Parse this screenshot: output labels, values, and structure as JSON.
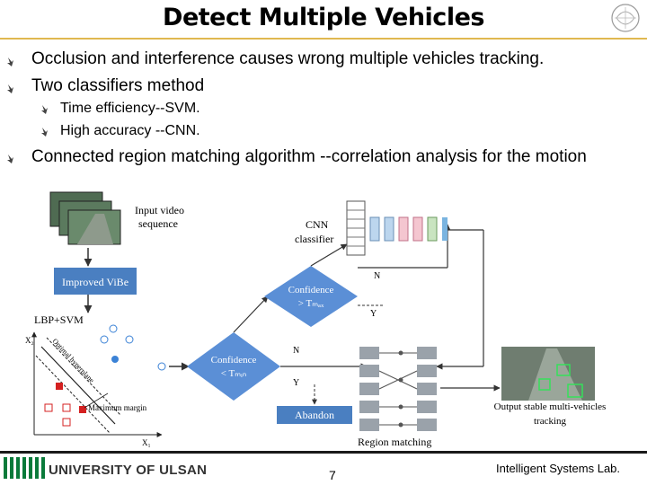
{
  "slide": {
    "title": "Detect Multiple Vehicles",
    "bullets": [
      "Occlusion and interference causes wrong multiple vehicles tracking.",
      "Two classifiers method",
      "Time efficiency--SVM.",
      "High accuracy --CNN.",
      "Connected region matching algorithm --correlation analysis for the motion"
    ]
  },
  "diagram": {
    "input_video": [
      "Input video",
      "sequence"
    ],
    "improved_vibe": "Improved ViBe",
    "lbp_svm": "LBP+SVM",
    "x2": "X₂",
    "x1": "X₁",
    "optimal_hyperplane": "Optimal hyperplane",
    "maximum_margin": "Maximum margin",
    "cnn_classifier": [
      "CNN",
      "classifier"
    ],
    "confidence_max": [
      "Confidence",
      "> Tₘₐₓ"
    ],
    "confidence_min": [
      "Confidence",
      "< Tₘᵢₙ"
    ],
    "n_label": "N",
    "y_label": "Y",
    "abandon": "Abandon",
    "region_matching": "Region matching",
    "output": [
      "Output stable multi-vehicles",
      "tracking"
    ]
  },
  "footer": {
    "university": "UNIVERSITY OF ULSAN",
    "page": "7",
    "lab": "Intelligent Systems Lab."
  },
  "colors": {
    "accent_rule": "#e0b850",
    "box_blue": "#4a7fc1",
    "diamond_blue": "#5b8fd6"
  }
}
